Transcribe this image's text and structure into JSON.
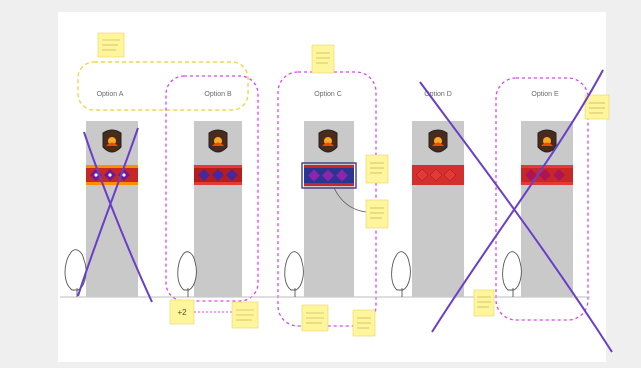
{
  "options": [
    {
      "label": "Option A",
      "crossed": true,
      "shaft": {
        "color": "#c9c9c9"
      },
      "band": {
        "colors": [
          "#c62828",
          "#6a1b9a",
          "#ff8f00"
        ]
      }
    },
    {
      "label": "Option B",
      "crossed": false,
      "shaft": {
        "color": "#c9c9c9"
      },
      "band": {
        "colors": [
          "#b71c1c",
          "#4527a0",
          "#e53935"
        ]
      }
    },
    {
      "label": "Option C",
      "crossed": false,
      "shaft": {
        "color": "#c9c9c9"
      },
      "band": {
        "colors": [
          "#c62828",
          "#283593",
          "#8e24aa"
        ]
      }
    },
    {
      "label": "Option D",
      "crossed": true,
      "shaft": {
        "color": "#c9c9c9"
      },
      "band": {
        "colors": [
          "#d32f2f",
          "#e53935",
          "#c62828"
        ]
      }
    },
    {
      "label": "Option E",
      "crossed": true,
      "shaft": {
        "color": "#c9c9c9"
      },
      "band": {
        "colors": [
          "#c62828",
          "#ad1457",
          "#e53935"
        ]
      }
    }
  ],
  "notes": [
    {
      "id": "n1",
      "text": ""
    },
    {
      "id": "n2",
      "text": ""
    },
    {
      "id": "n3",
      "text": ""
    },
    {
      "id": "n4",
      "text": ""
    },
    {
      "id": "n5",
      "text": ""
    },
    {
      "id": "n6",
      "text": ""
    },
    {
      "id": "n7",
      "text": "+2"
    },
    {
      "id": "n8",
      "text": ""
    },
    {
      "id": "n9",
      "text": ""
    },
    {
      "id": "n10",
      "text": ""
    }
  ],
  "colors": {
    "sticky": "#fff59d",
    "sticky_border": "#e6d85a",
    "dashed_pink": "#e040fb",
    "dashed_yellow": "#f0d84a",
    "cross_purple": "#6a3fc8",
    "shaft": "#c9c9c9",
    "ground": "#bdbdbd"
  }
}
